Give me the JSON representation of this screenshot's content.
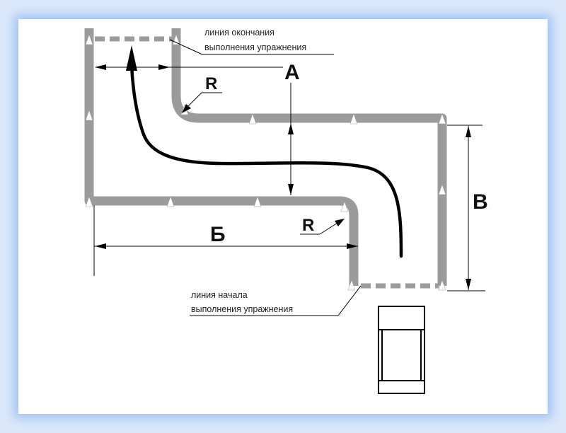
{
  "labels": {
    "end_line": [
      "линия окончания",
      "выполнения упражнения"
    ],
    "start_line": [
      "линия начала",
      "выполнения упражнения"
    ],
    "dim_a": "А",
    "dim_b": "Б",
    "dim_v": "В",
    "radius_top": "R",
    "radius_bottom": "R"
  },
  "colors": {
    "track": "#9b9b9b",
    "line": "#000000",
    "panel_glow": "#9fc0f2"
  },
  "icons": {
    "cone": "white-triangle-cone",
    "car": "car-top-view",
    "direction": "arrow-up"
  }
}
